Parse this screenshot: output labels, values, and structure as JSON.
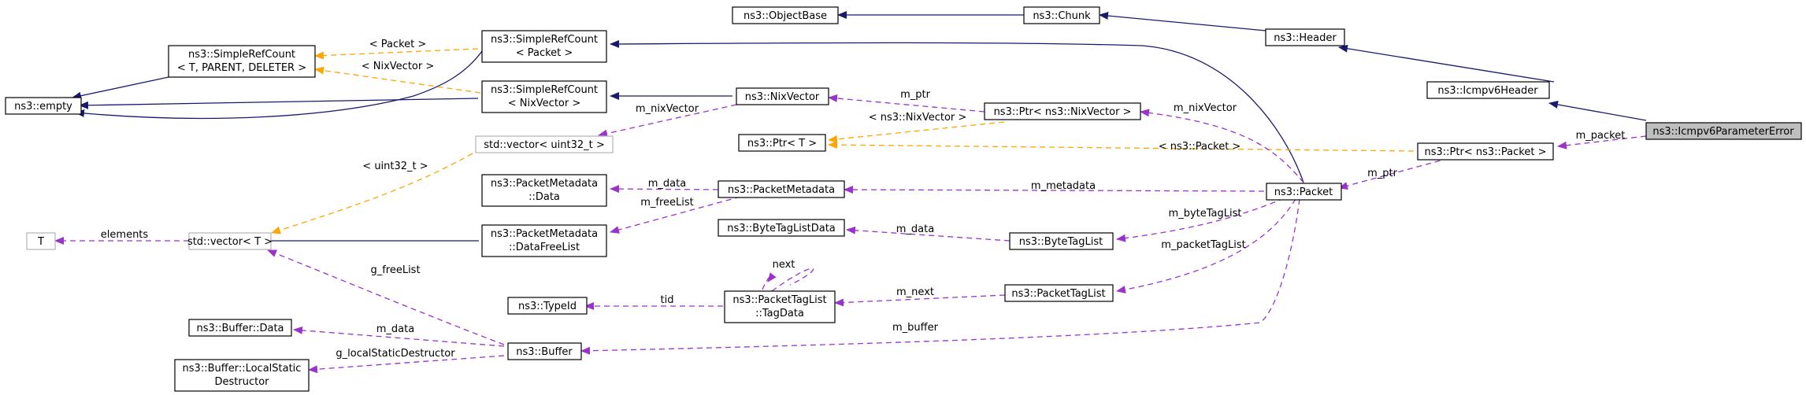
{
  "nodes": {
    "objectbase": "ns3::ObjectBase",
    "chunk": "ns3::Chunk",
    "header": "ns3::Header",
    "icmpv6header": "ns3::Icmpv6Header",
    "paramerror": "ns3::Icmpv6ParameterError",
    "src_template": [
      "ns3::SimpleRefCount",
      "< T, PARENT, DELETER >"
    ],
    "src_packet": [
      "ns3::SimpleRefCount",
      "< Packet >"
    ],
    "src_nixvector": [
      "ns3::SimpleRefCount",
      "< NixVector >"
    ],
    "empty": "ns3::empty",
    "nixvector": "ns3::NixVector",
    "ptr_nixvector": "ns3::Ptr< ns3::NixVector >",
    "ptr_t": "ns3::Ptr< T >",
    "ptr_packet": "ns3::Ptr< ns3::Packet >",
    "vector_uint32": "std::vector< uint32_t >",
    "pm_data": [
      "ns3::PacketMetadata",
      "::Data"
    ],
    "pm_freelist": [
      "ns3::PacketMetadata",
      "::DataFreeList"
    ],
    "packetmetadata": "ns3::PacketMetadata",
    "packet": "ns3::Packet",
    "bytetaglistdata": "ns3::ByteTagListData",
    "bytetaglist": "ns3::ByteTagList",
    "t": "T",
    "vector_t": "std::vector< T >",
    "typeid": "ns3::TypeId",
    "ptl_tagdata": [
      "ns3::PacketTagList",
      "::TagData"
    ],
    "packettaglist": "ns3::PacketTagList",
    "buffer_data": "ns3::Buffer::Data",
    "buffer": "ns3::Buffer",
    "buffer_lsd": [
      "ns3::Buffer::LocalStatic",
      "Destructor"
    ]
  },
  "edge_labels": {
    "packet_tmpl": "< Packet >",
    "nixvector_tmpl": "< NixVector >",
    "m_nixVector_vec": "m_nixVector",
    "m_ptr_nix": "m_ptr",
    "nixvector_ptr_tmpl": "< ns3::NixVector >",
    "m_nixVector_ptr": "m_nixVector",
    "packet_ptr_tmpl": "< ns3::Packet >",
    "m_packet": "m_packet",
    "m_ptr_packet": "m_ptr",
    "uint32_tmpl": "< uint32_t >",
    "m_data_pm": "m_data",
    "m_freeList": "m_freeList",
    "m_metadata": "m_metadata",
    "elements": "elements",
    "m_data_btl": "m_data",
    "m_byteTagList": "m_byteTagList",
    "m_packetTagList": "m_packetTagList",
    "g_freeList": "g_freeList",
    "next": "next",
    "tid": "tid",
    "m_next": "m_next",
    "m_data_buf": "m_data",
    "g_localStaticDestructor": "g_localStaticDestructor",
    "m_buffer": "m_buffer"
  }
}
